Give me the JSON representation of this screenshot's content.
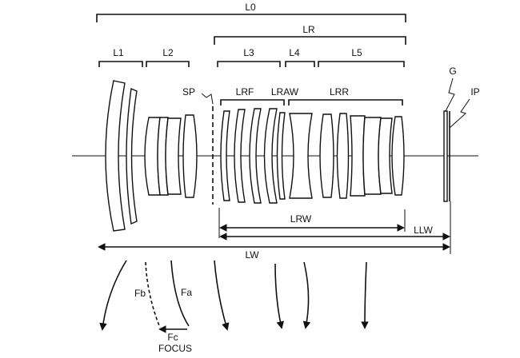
{
  "labels": {
    "L0": "L0",
    "LR": "LR",
    "L1": "L1",
    "L2": "L2",
    "L3": "L3",
    "L4": "L4",
    "L5": "L5",
    "SP": "SP",
    "LRF": "LRF",
    "LRAW": "LRAW",
    "LRR": "LRR",
    "G": "G",
    "IP": "IP",
    "LRW": "LRW",
    "LLW": "LLW",
    "LW": "LW",
    "Fb": "Fb",
    "Fa": "Fa",
    "Fc": "Fc",
    "FOCUS": "FOCUS"
  }
}
